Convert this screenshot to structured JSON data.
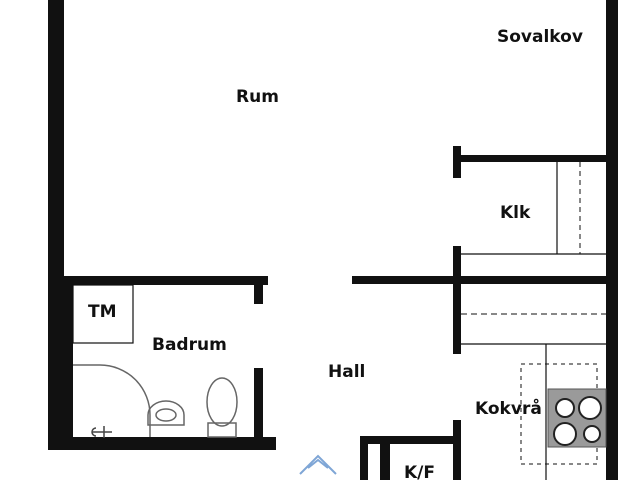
{
  "rooms": {
    "rum": "Rum",
    "sovalkov": "Sovalkov",
    "klk": "Klk",
    "tm": "TM",
    "badrum": "Badrum",
    "hall": "Hall",
    "kokvra": "Kokvrå",
    "kf": "K/F"
  },
  "colors": {
    "wall": "#111111",
    "fixture": "#666666",
    "stove": "#9a9a9a",
    "entrance_arrow": "#7fa6d6"
  }
}
